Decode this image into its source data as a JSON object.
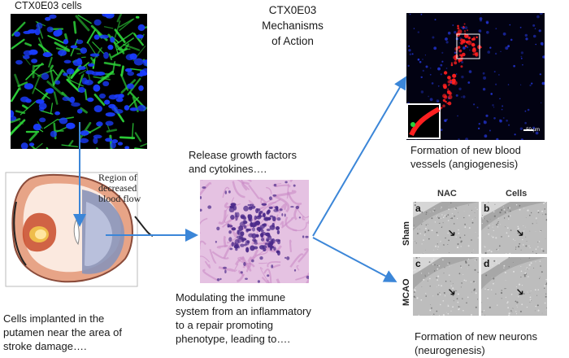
{
  "title": "CTX0E03\nMechanisms\nof Action",
  "labels": {
    "cells_header": "CTX0E03   cells",
    "release": "Release growth factors\nand cytokines….",
    "implanted": "Cells implanted in the\nputamen near the area of\nstroke damage….",
    "modulating": "Modulating the immune\nsystem from an inflammatory\nto a repair promoting\nphenotype, leading to….",
    "angiogenesis": "Formation of new blood\nvessels (angiogenesis)",
    "neurogenesis": "Formation of new neurons\n(neurogenesis)"
  },
  "brain": {
    "region_label": "Region of\ndecreased\nblood flow"
  },
  "vessel_panel": {
    "scale_label": "50 µm"
  },
  "neuro_panel": {
    "col_nac": "NAC",
    "col_cells": "Cells",
    "row_sham": "Sham",
    "row_mcao": "MCAO",
    "panel_a": "a",
    "panel_b": "b",
    "panel_c": "c",
    "panel_d": "d"
  },
  "colors": {
    "arrow": "#3b86d8",
    "nuclei": "#1a3cff",
    "cell_body": "#2ed63a",
    "vessel_red": "#ff2020",
    "histology_pink": "#d9a9d8",
    "histology_nuclei": "#4b2a8a"
  }
}
